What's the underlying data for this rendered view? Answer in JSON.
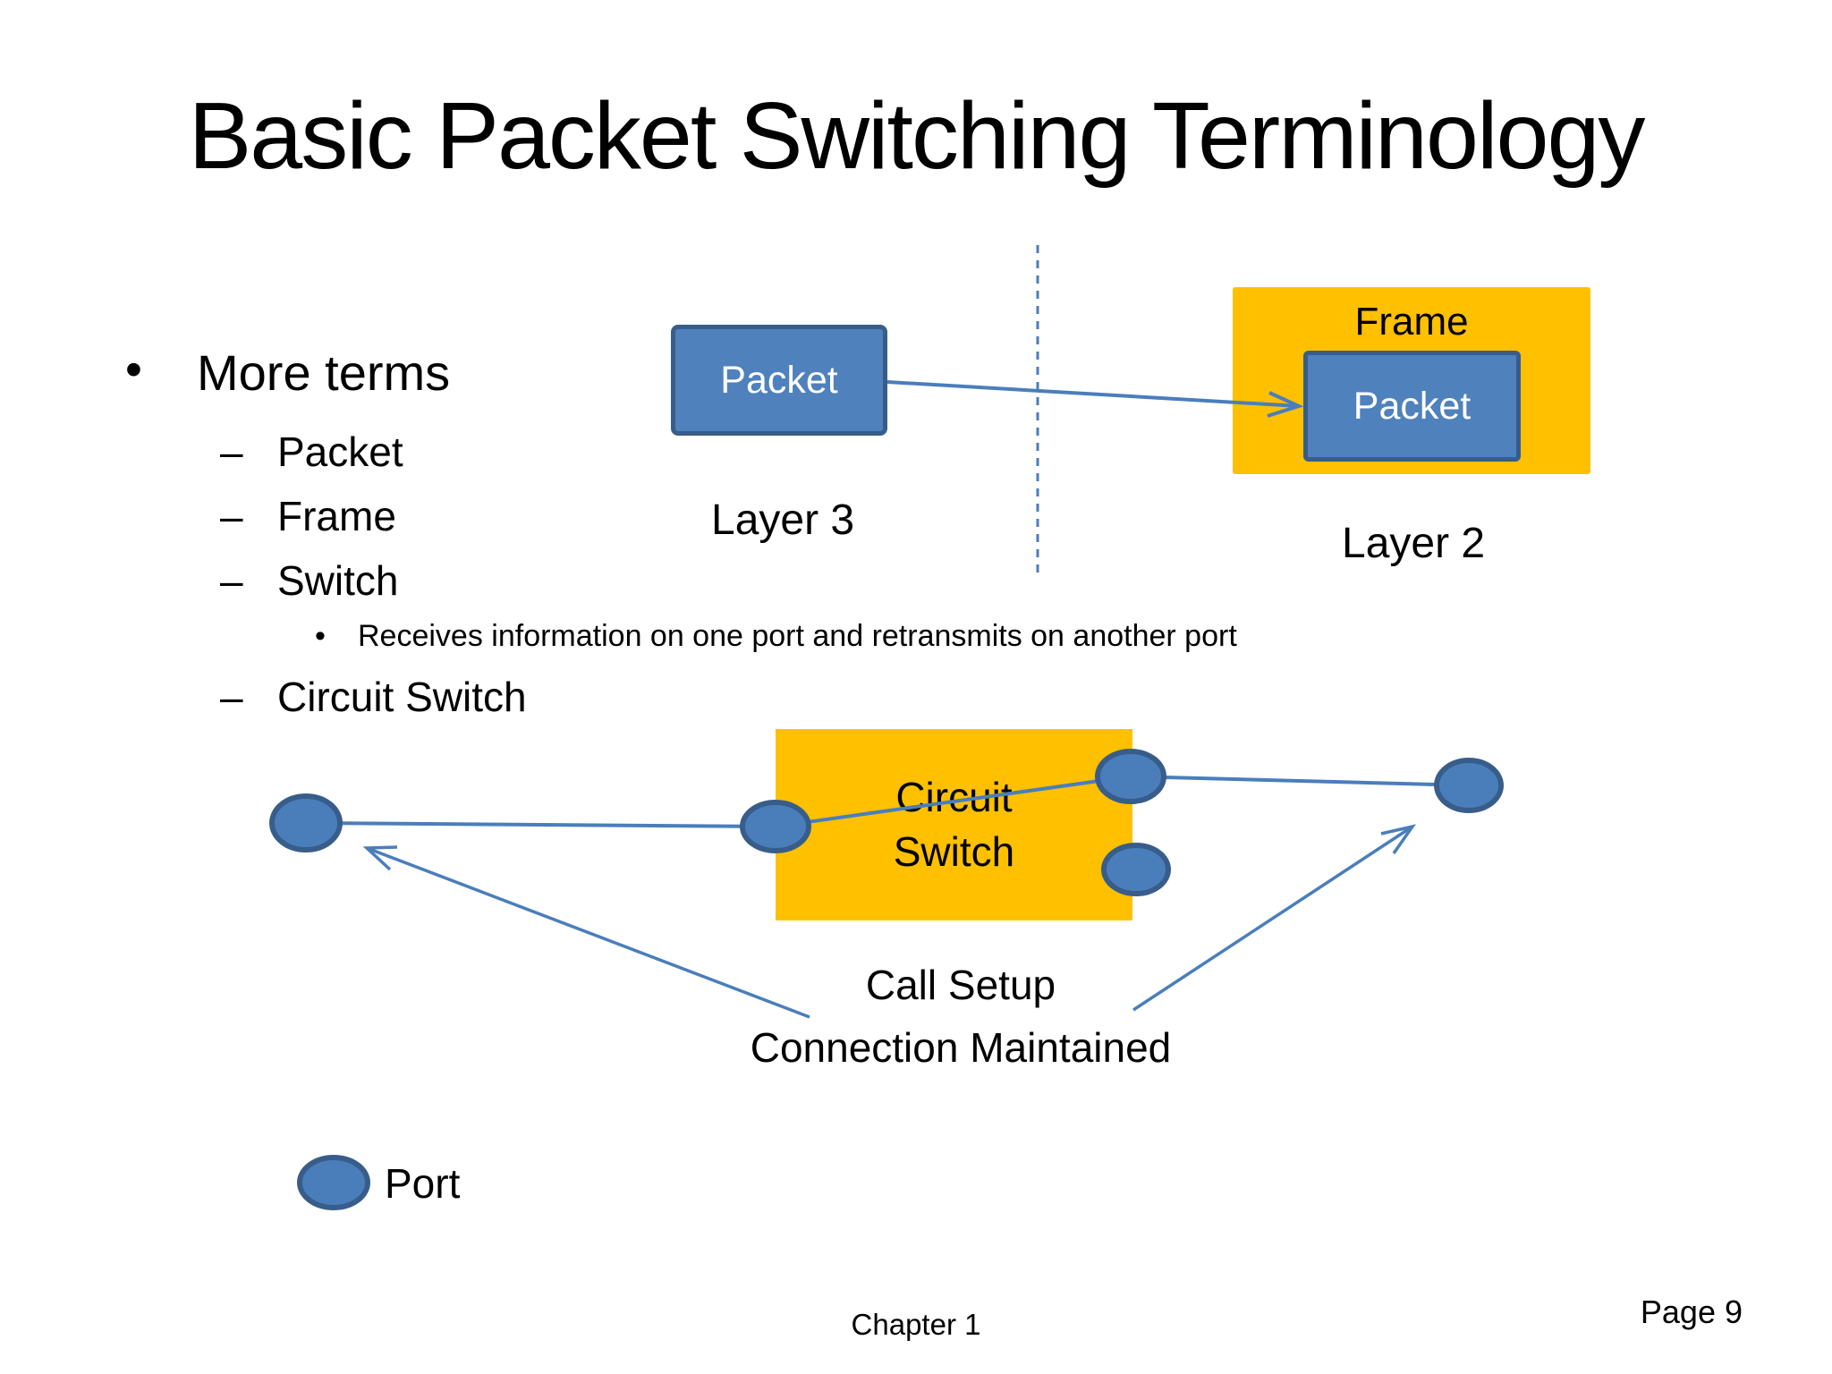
{
  "slide": {
    "title": "Basic Packet Switching Terminology",
    "footer": {
      "chapter": "Chapter 1",
      "page": "Page 9"
    }
  },
  "bullets": {
    "dot": "•",
    "dash": "–",
    "item1": "More terms",
    "item2": "Packet",
    "item3": "Frame",
    "item4": "Switch",
    "item5": "Receives information on one port and retransmits on another port",
    "item6": "Circuit Switch"
  },
  "packet_diagram": {
    "packet_label": "Packet",
    "frame_label": "Frame",
    "frame_packet_label": "Packet",
    "layer3_label": "Layer 3",
    "layer2_label": "Layer 2"
  },
  "circuit_diagram": {
    "switch_line1": "Circuit",
    "switch_line2": "Switch",
    "callout_line1": "Call Setup",
    "callout_line2": "Connection Maintained"
  },
  "legend": {
    "port_label": "Port"
  },
  "colors": {
    "background": "#FFFFFF",
    "text": "#000000",
    "box_blue_fill": "#4F81BD",
    "box_blue_border": "#385D8A",
    "gold_fill": "#FFC000",
    "line_blue": "#4A7EBB",
    "box_text_white": "#FFFFFF"
  }
}
